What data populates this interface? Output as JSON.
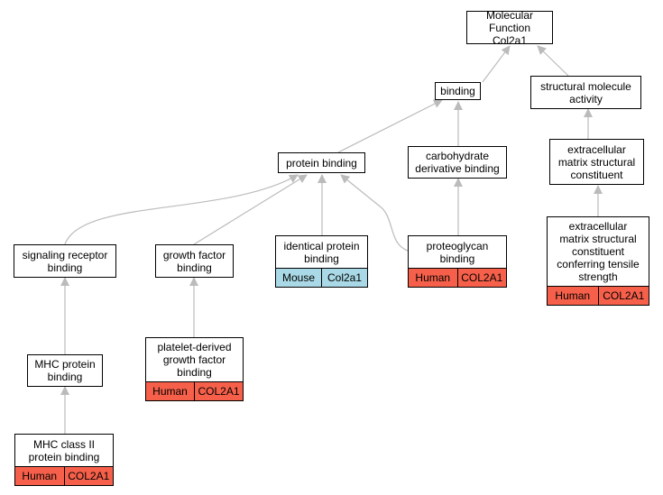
{
  "nodes": {
    "root": {
      "label_line1": "Molecular Function",
      "label_line2": "Col2a1"
    },
    "binding": {
      "label": "binding"
    },
    "structural": {
      "label": "structural molecule activity"
    },
    "protein": {
      "label": "protein binding"
    },
    "carbo": {
      "label": "carbohydrate derivative binding"
    },
    "ecm": {
      "label": "extracellular matrix structural constituent"
    },
    "ecm_tensile": {
      "label": "extracellular matrix structural constituent conferring tensile strength",
      "species": "Human",
      "gene": "COL2A1"
    },
    "signaling": {
      "label": "signaling receptor binding"
    },
    "growth": {
      "label": "growth factor binding"
    },
    "identical": {
      "label": "identical protein binding",
      "species": "Mouse",
      "gene": "Col2a1"
    },
    "proteoglycan": {
      "label": "proteoglycan binding",
      "species": "Human",
      "gene": "COL2A1"
    },
    "mhc": {
      "label": "MHC protein binding"
    },
    "pdgf": {
      "label": "platelet-derived growth factor binding",
      "species": "Human",
      "gene": "COL2A1"
    },
    "mhc2": {
      "label": "MHC class II protein binding",
      "species": "Human",
      "gene": "COL2A1"
    }
  },
  "colors": {
    "edge": "#bbbbbb",
    "human": "#f6604a",
    "mouse": "#a9d9e6"
  }
}
